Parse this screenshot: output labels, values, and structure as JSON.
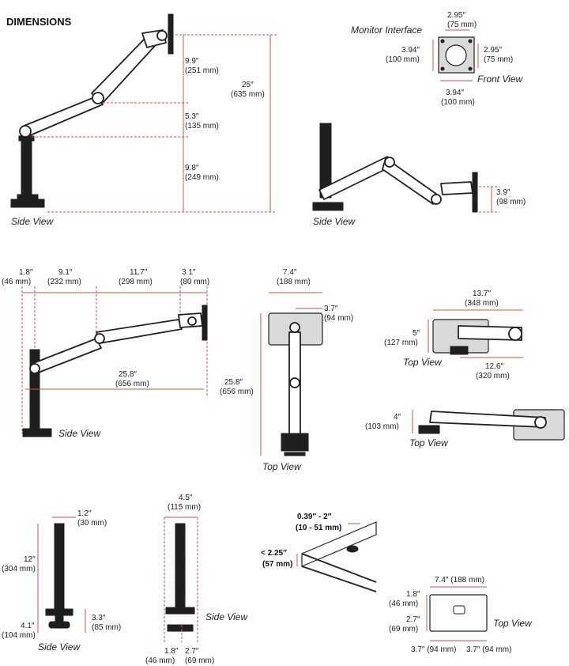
{
  "title": "DIMENSIONS",
  "views": {
    "side": "Side View",
    "front": "Front View",
    "top": "Top View",
    "monitor_interface": "Monitor Interface"
  },
  "panel_side_main": {
    "d1": "9.9″",
    "d1mm": "(251 mm)",
    "d2": "5.3″",
    "d2mm": "(135 mm)",
    "d3": "9.8″",
    "d3mm": "(249 mm)",
    "d4": "25″",
    "d4mm": "(635 mm)"
  },
  "panel_interface": {
    "w_top": "2.95″",
    "w_top_mm": "(75 mm)",
    "h_left": "3.94″",
    "h_left_mm": "(100 mm)",
    "h_right": "2.95″",
    "h_right_mm": "(75 mm)",
    "w_bottom": "3.94″",
    "w_bottom_mm": "(100 mm)"
  },
  "panel_side_folded": {
    "d": "3.9″",
    "dmm": "(98 mm)"
  },
  "panel_side_extended": {
    "a": "1.8″",
    "amm": "(46 mm)",
    "b": "9.1″",
    "bmm": "(232 mm)",
    "c": "11.7″",
    "cmm": "(298 mm)",
    "d": "3.1″",
    "dmm": "(80 mm)",
    "reach": "25.8″",
    "reachmm": "(656 mm)"
  },
  "panel_top_extended": {
    "w": "7.4″",
    "wmm": "(188 mm)",
    "off": "3.7″",
    "offmm": "(94 mm)",
    "len": "25.8″",
    "lenmm": "(656 mm)"
  },
  "panel_top_right": {
    "w": "13.7″",
    "wmm": "(348 mm)",
    "h": "5″",
    "hmm": "(127 mm)",
    "w2": "12.6″",
    "w2mm": "(320 mm)"
  },
  "panel_top_right_b": {
    "h": "4″",
    "hmm": "(103 mm)"
  },
  "panel_pole_side": {
    "dia": "1.2″",
    "diamm": "(30 mm)",
    "h": "12″",
    "hmm": "(304 mm)",
    "clamp": "4.1″",
    "clampmm": "(104 mm)",
    "depth": "3.3″",
    "depthmm": "(85 mm)"
  },
  "panel_pole_side2": {
    "w": "4.5″",
    "wmm": "(115 mm)",
    "a": "1.8″",
    "amm": "(46 mm)",
    "b": "2.7″",
    "bmm": "(69 mm)"
  },
  "panel_desk": {
    "hole": "0.39″ - 2″",
    "holemm": "(10 - 51 mm)",
    "thick": "< 2.25″",
    "thickmm": "(57 mm)"
  },
  "panel_base_top": {
    "w": "7.4″ (188 mm)",
    "h1": "1.8″",
    "h1mm": "(46 mm)",
    "h2": "2.7″",
    "h2mm": "(69 mm)",
    "l": "3.7″ (94 mm)",
    "r": "3.7″ (94 mm)"
  }
}
